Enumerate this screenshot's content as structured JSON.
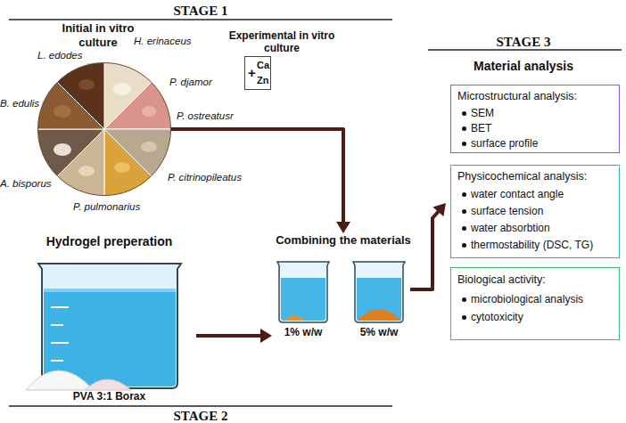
{
  "diagram": {
    "nodes": [
      {
        "text": [
          "Initial in vitro culture"
        ]
      },
      {
        "text": [
          "Experimental in vitro culture",
          "+",
          "Ca",
          "Zn"
        ]
      },
      {
        "text": [
          "Hydrogel preperation",
          "PVA 3:1 Borax"
        ]
      },
      {
        "text": [
          "Combining the materials"
        ]
      },
      {
        "text": [
          "1% w/w"
        ],
        "in": 3
      },
      {
        "text": [
          "5% w/w"
        ],
        "in": 3
      },
      {
        "text": [
          "STAGE 3",
          "Material analysis"
        ]
      },
      {
        "text": [
          "Microstructural analysis:",
          "SEM",
          "BET",
          "surface profile"
        ],
        "in": 6
      },
      {
        "text": [
          "Physicochemical analysis:",
          "water contact angle",
          "surface tension",
          "water absorbtion",
          "thermostability (DSC, TG)"
        ],
        "in": 6
      },
      {
        "text": [
          "Biological activity:",
          "microbiological analysis",
          "cytotoxicity"
        ],
        "in": 6
      }
    ],
    "edges": [
      {
        "from": 0,
        "to": 3,
        "arrow": "to"
      },
      {
        "from": 2,
        "to": 4,
        "arrow": "to"
      },
      {
        "from": 5,
        "to": 6,
        "arrow": "to"
      }
    ],
    "labels": [
      "STAGE 1",
      "H. erinaceus",
      "L. edodes",
      "P. djamor",
      "B. edulis",
      "P. ostreatusr",
      "A. bisporus",
      "P. citrinopileatus",
      "P. pulmonarius",
      "STAGE 2"
    ]
  }
}
